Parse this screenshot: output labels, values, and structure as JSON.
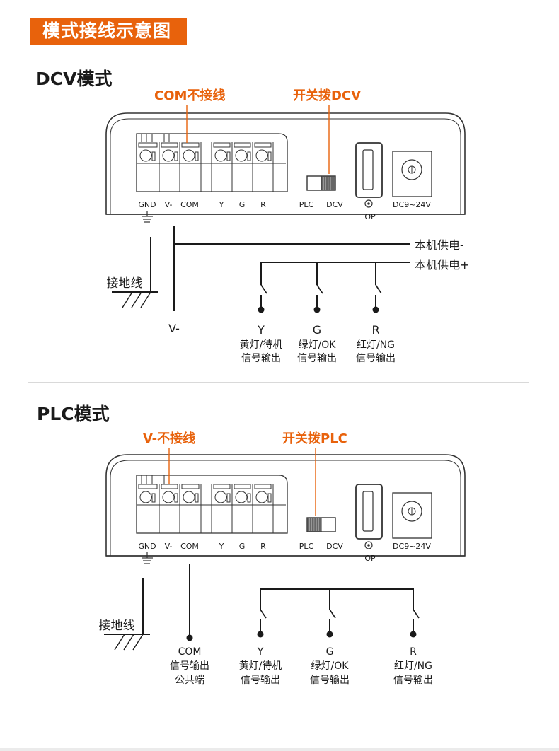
{
  "banner": {
    "title": "模式接线示意图",
    "color": "#e8620c"
  },
  "dcv_mode": {
    "title": "DCV模式",
    "callout_terminal": "COM不接线",
    "callout_switch": "开关拨DCV",
    "switch_position": "DCV",
    "terminal_labels": [
      "GND",
      "V-",
      "COM",
      "Y",
      "G",
      "R"
    ],
    "switch_labels": [
      "PLC",
      "DCV"
    ],
    "op_label": "OP",
    "power_label": "DC9~24V",
    "supply_minus": "本机供电-",
    "supply_plus": "本机供电+",
    "ground_label": "接地线",
    "v_minus_label": "V-",
    "outputs": [
      {
        "code": "Y",
        "line1": "黄灯/待机",
        "line2": "信号输出"
      },
      {
        "code": "G",
        "line1": "绿灯/OK",
        "line2": "信号输出"
      },
      {
        "code": "R",
        "line1": "红灯/NG",
        "line2": "信号输出"
      }
    ]
  },
  "plc_mode": {
    "title": "PLC模式",
    "callout_terminal": "V-不接线",
    "callout_switch": "开关拨PLC",
    "switch_position": "PLC",
    "terminal_labels": [
      "GND",
      "V-",
      "COM",
      "Y",
      "G",
      "R"
    ],
    "switch_labels": [
      "PLC",
      "DCV"
    ],
    "op_label": "OP",
    "power_label": "DC9~24V",
    "ground_label": "接地线",
    "com": {
      "code": "COM",
      "line1": "信号输出",
      "line2": "公共端"
    },
    "outputs": [
      {
        "code": "Y",
        "line1": "黄灯/待机",
        "line2": "信号输出"
      },
      {
        "code": "G",
        "line1": "绿灯/OK",
        "line2": "信号输出"
      },
      {
        "code": "R",
        "line1": "红灯/NG",
        "line2": "信号输出"
      }
    ]
  }
}
